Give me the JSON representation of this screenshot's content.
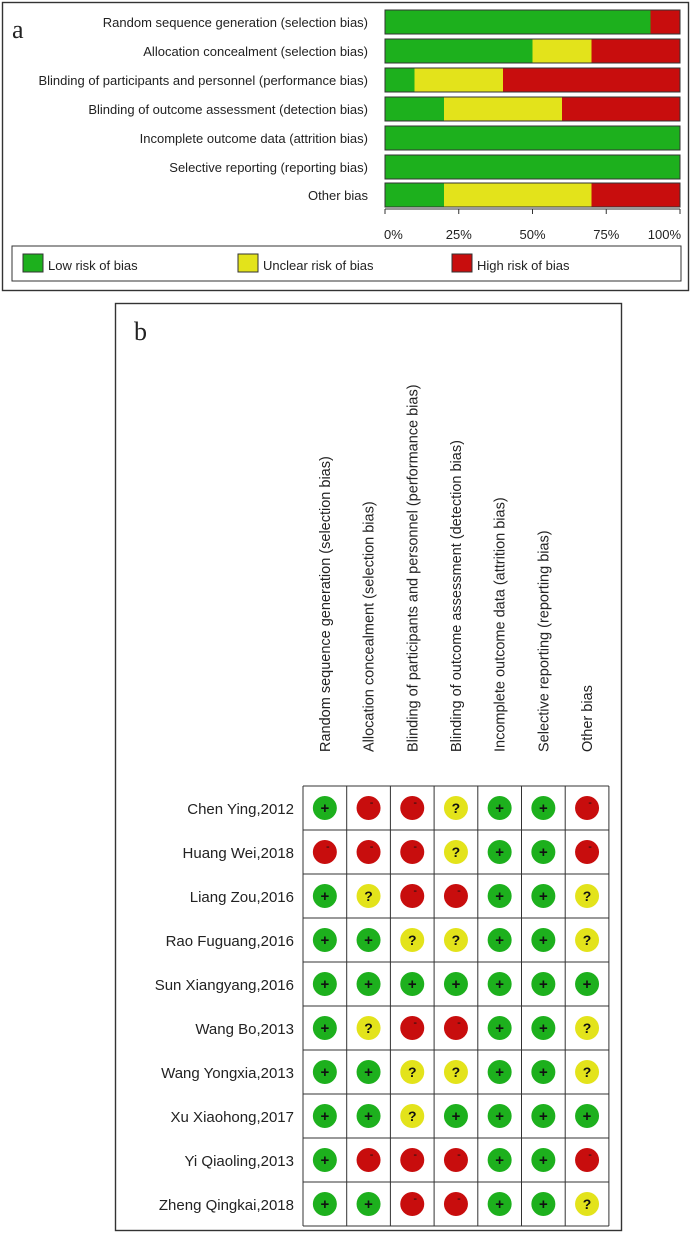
{
  "colors": {
    "low": "#1db01d",
    "unclear": "#e3e31b",
    "high": "#c80d0d",
    "frame": "#333333"
  },
  "chart_data": [
    {
      "type": "bar",
      "panel_label": "a",
      "categories": [
        "Random sequence generation (selection bias)",
        "Allocation concealment (selection bias)",
        "Blinding of participants and personnel (performance bias)",
        "Blinding of outcome assessment (detection bias)",
        "Incomplete outcome data (attrition bias)",
        "Selective reporting (reporting bias)",
        "Other bias"
      ],
      "series": [
        {
          "name": "Low risk of bias",
          "color": "#1db01d",
          "values": [
            90,
            50,
            10,
            20,
            100,
            100,
            20
          ]
        },
        {
          "name": "Unclear risk of bias",
          "color": "#e3e31b",
          "values": [
            0,
            20,
            30,
            40,
            0,
            0,
            50
          ]
        },
        {
          "name": "High risk of bias",
          "color": "#c80d0d",
          "values": [
            10,
            30,
            60,
            40,
            0,
            0,
            30
          ]
        }
      ],
      "xlim": [
        0,
        100
      ],
      "xticks": [
        "0%",
        "25%",
        "50%",
        "75%",
        "100%"
      ],
      "stacked": true,
      "orientation": "horizontal",
      "legend_position": "bottom"
    },
    {
      "type": "table",
      "panel_label": "b",
      "columns": [
        "Random sequence generation (selection bias)",
        "Allocation concealment (selection bias)",
        "Blinding of participants and personnel (performance bias)",
        "Blinding of outcome assessment (detection bias)",
        "Incomplete outcome data (attrition bias)",
        "Selective reporting (reporting bias)",
        "Other bias"
      ],
      "rows": [
        {
          "study": "Chen Ying,2012",
          "ratings": [
            "+",
            "-",
            "-",
            "?",
            "+",
            "+",
            "-"
          ]
        },
        {
          "study": "Huang Wei,2018",
          "ratings": [
            "-",
            "-",
            "-",
            "?",
            "+",
            "+",
            "-"
          ]
        },
        {
          "study": "Liang Zou,2016",
          "ratings": [
            "+",
            "?",
            "-",
            "-",
            "+",
            "+",
            "?"
          ]
        },
        {
          "study": "Rao Fuguang,2016",
          "ratings": [
            "+",
            "+",
            "?",
            "?",
            "+",
            "+",
            "?"
          ]
        },
        {
          "study": "Sun Xiangyang,2016",
          "ratings": [
            "+",
            "+",
            "+",
            "+",
            "+",
            "+",
            "+"
          ]
        },
        {
          "study": "Wang Bo,2013",
          "ratings": [
            "+",
            "?",
            "-",
            "-",
            "+",
            "+",
            "?"
          ]
        },
        {
          "study": "Wang Yongxia,2013",
          "ratings": [
            "+",
            "+",
            "?",
            "?",
            "+",
            "+",
            "?"
          ]
        },
        {
          "study": "Xu Xiaohong,2017",
          "ratings": [
            "+",
            "+",
            "?",
            "+",
            "+",
            "+",
            "+"
          ]
        },
        {
          "study": "Yi Qiaoling,2013",
          "ratings": [
            "+",
            "-",
            "-",
            "-",
            "+",
            "+",
            "-"
          ]
        },
        {
          "study": "Zheng Qingkai,2018",
          "ratings": [
            "+",
            "+",
            "-",
            "-",
            "+",
            "+",
            "?"
          ]
        }
      ]
    }
  ]
}
